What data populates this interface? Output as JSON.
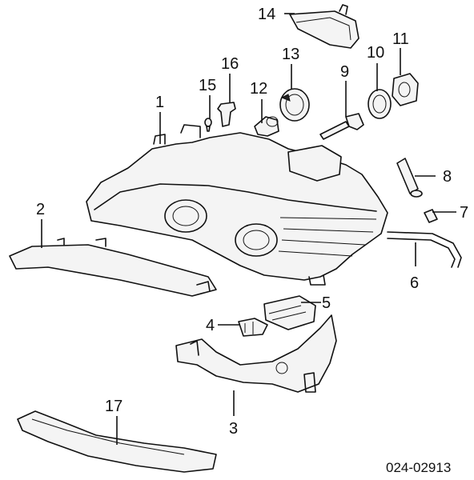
{
  "callouts": [
    "1",
    "2",
    "3",
    "4",
    "5",
    "6",
    "7",
    "8",
    "9",
    "10",
    "11",
    "12",
    "13",
    "14",
    "15",
    "16",
    "17"
  ],
  "diagram_code": "024-02913"
}
